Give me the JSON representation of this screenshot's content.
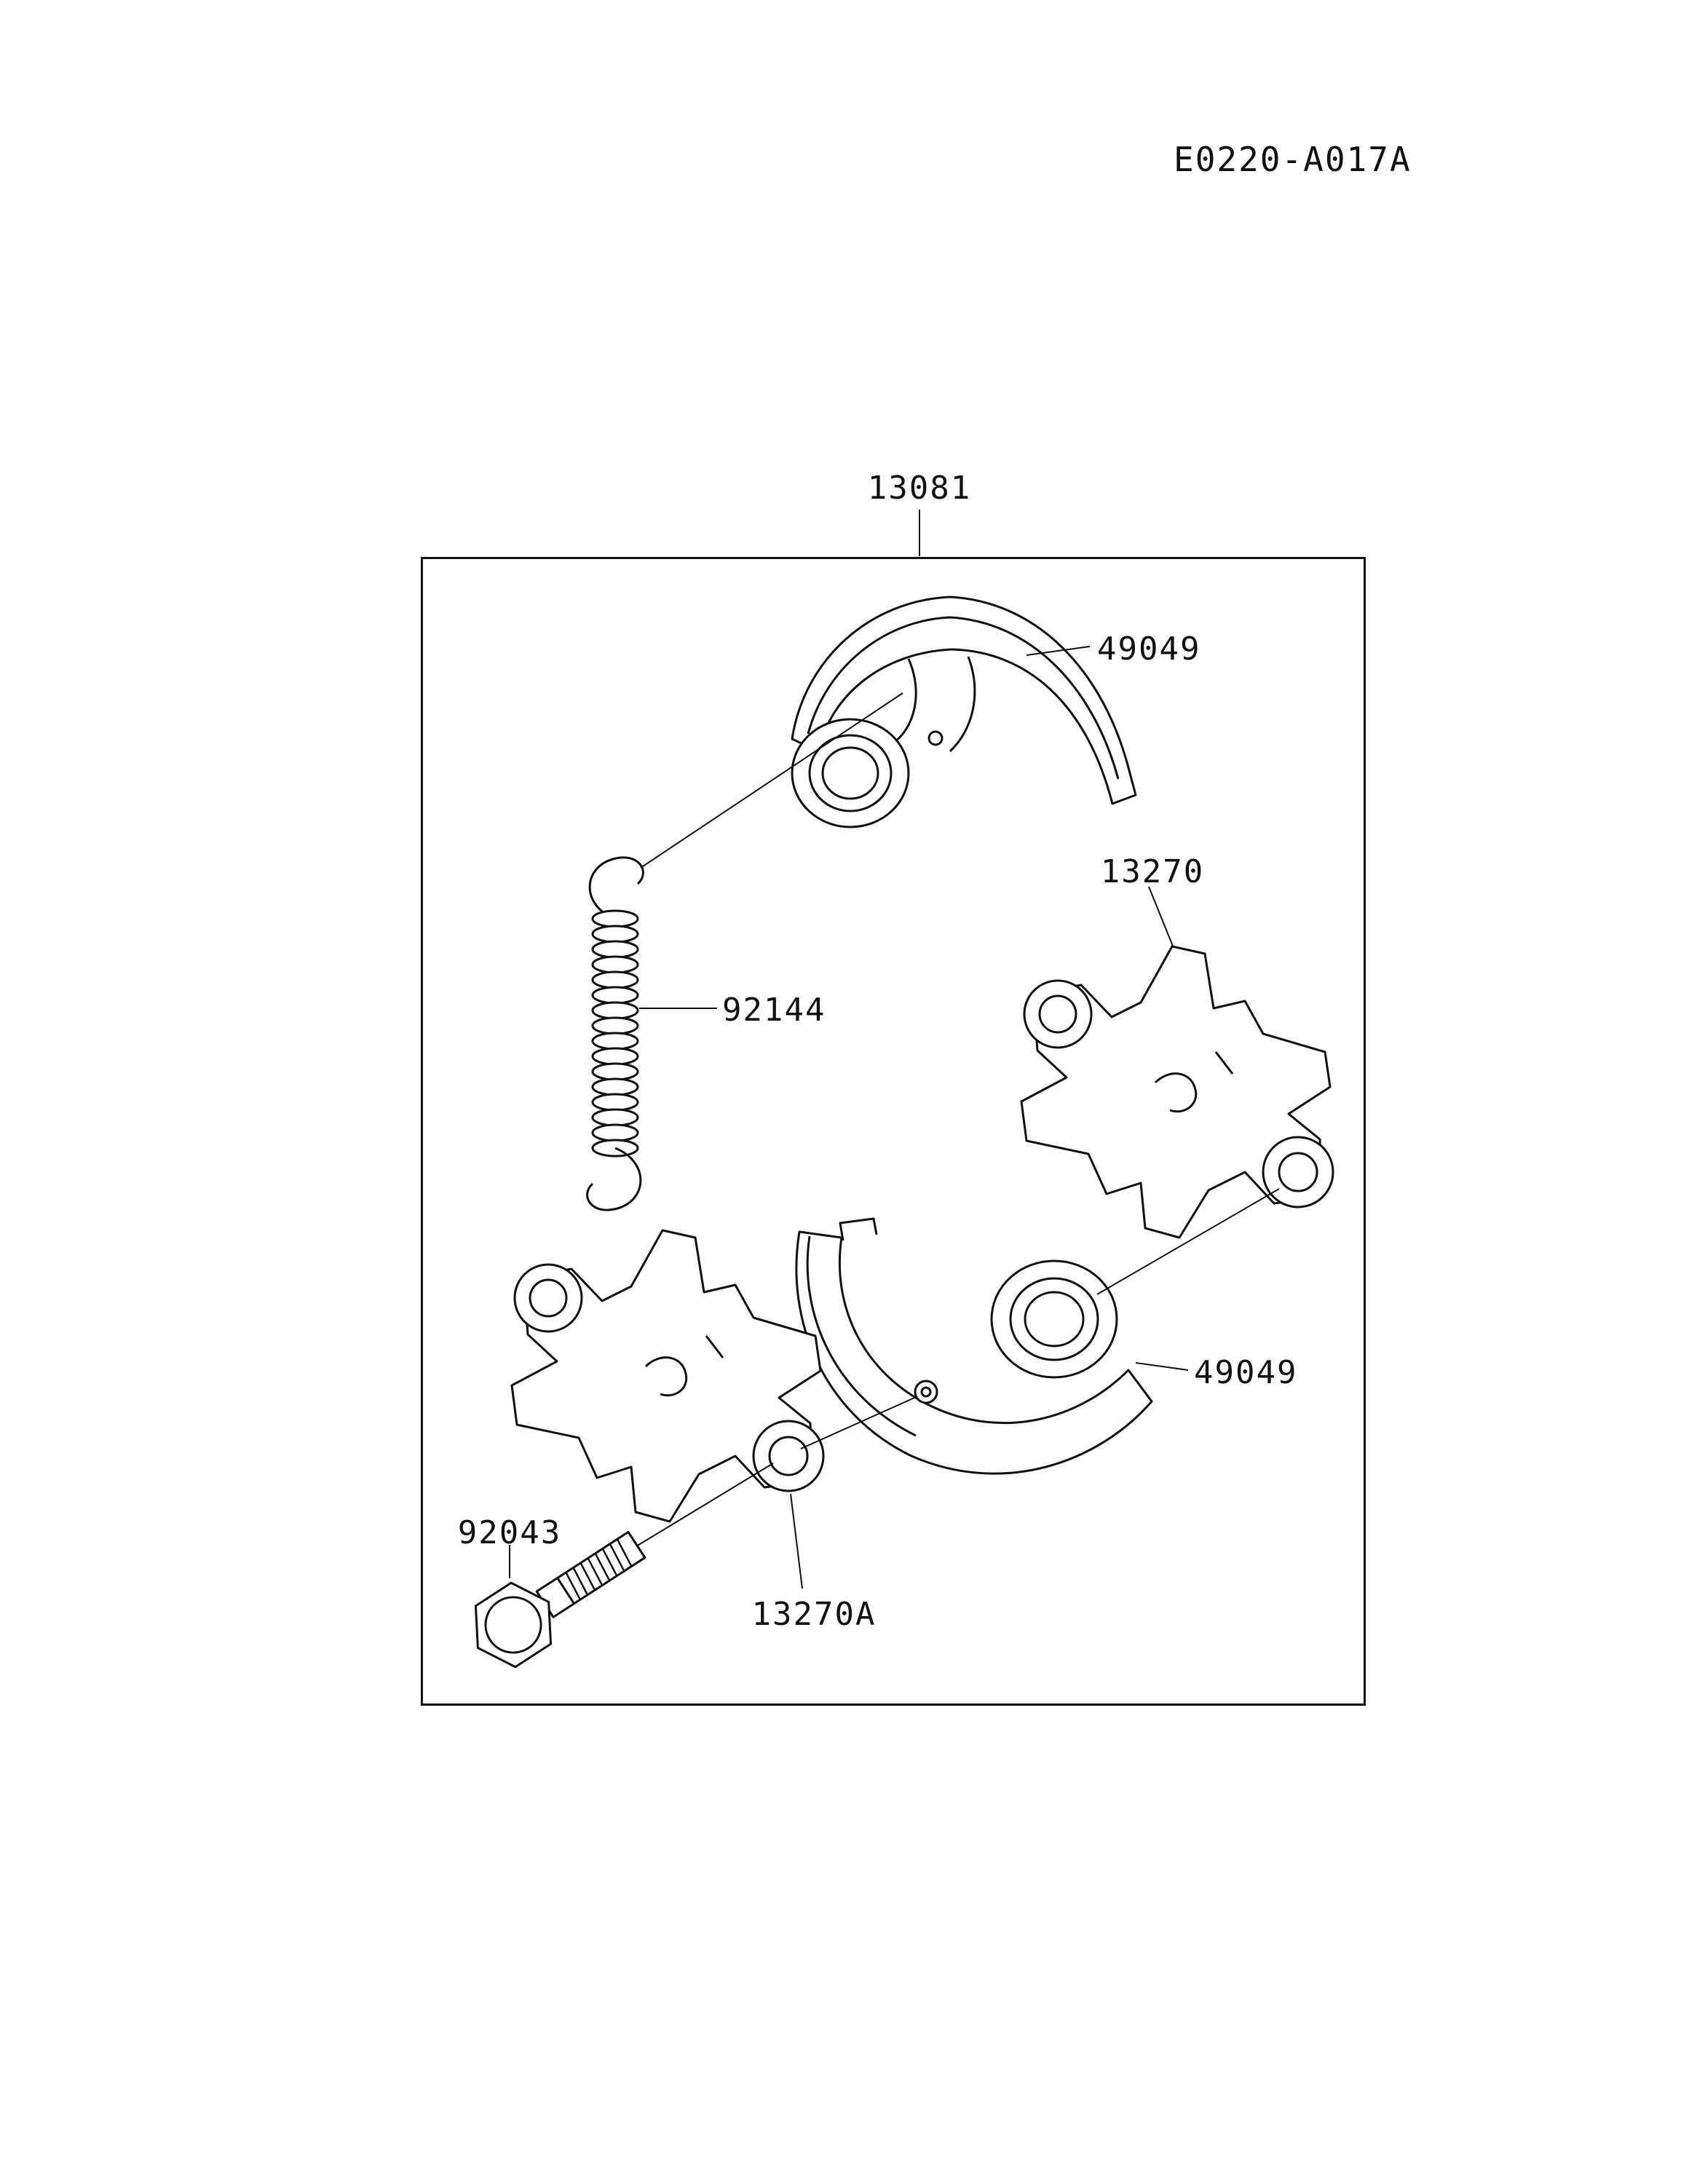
{
  "diagram": {
    "code": "E0220-A017A",
    "box_label": "13081",
    "parts": {
      "upper_shoe_label": "49049",
      "spring_label": "92144",
      "right_plate_label": "13270",
      "lower_shoe_label": "49049",
      "left_plate_label": "13270A",
      "bolt_label": "92043"
    },
    "colors": {
      "line": "#111111",
      "background": "#ffffff"
    }
  }
}
